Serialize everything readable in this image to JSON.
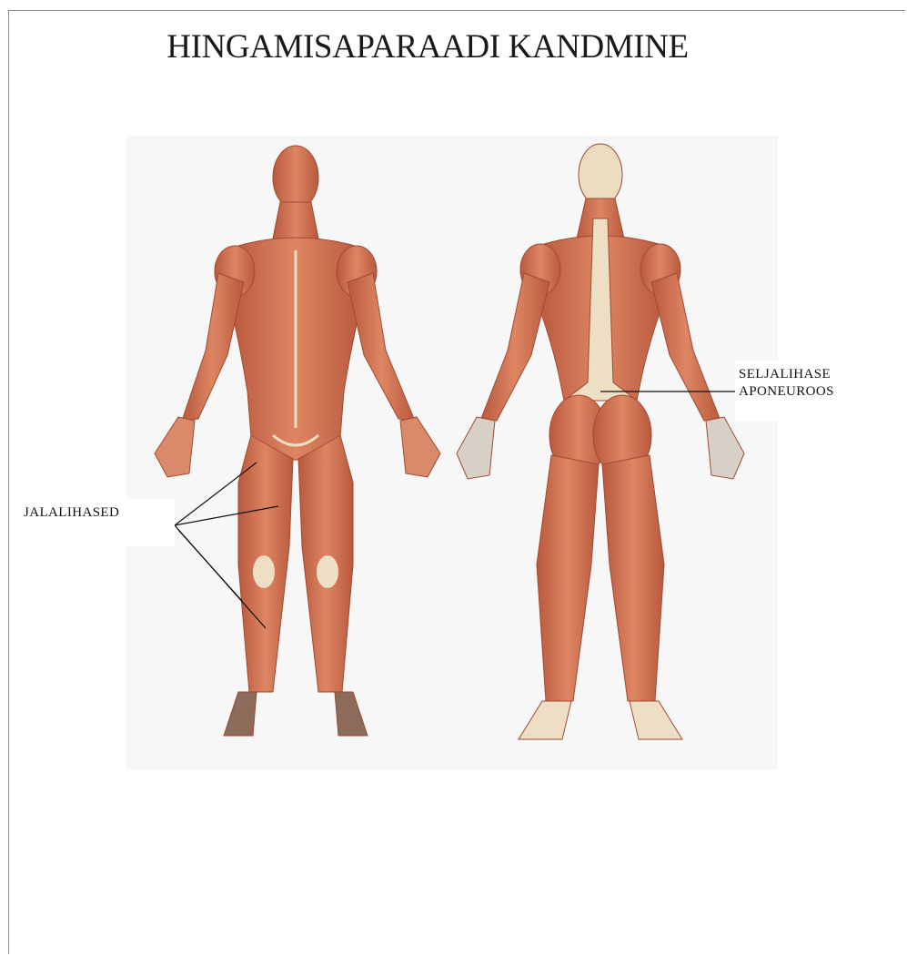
{
  "title": "HINGAMISAPARAADI KANDMINE",
  "labels": {
    "leg_muscles": "JALALIHASED",
    "back_line1": "SELJALIHASE",
    "back_line2": "APONEUROOS"
  },
  "colors": {
    "muscle": "#d47655",
    "muscle_dark": "#b5543a",
    "tendon": "#eedfc4",
    "plate": "#f7f7f7",
    "leader_line": "#111111"
  }
}
